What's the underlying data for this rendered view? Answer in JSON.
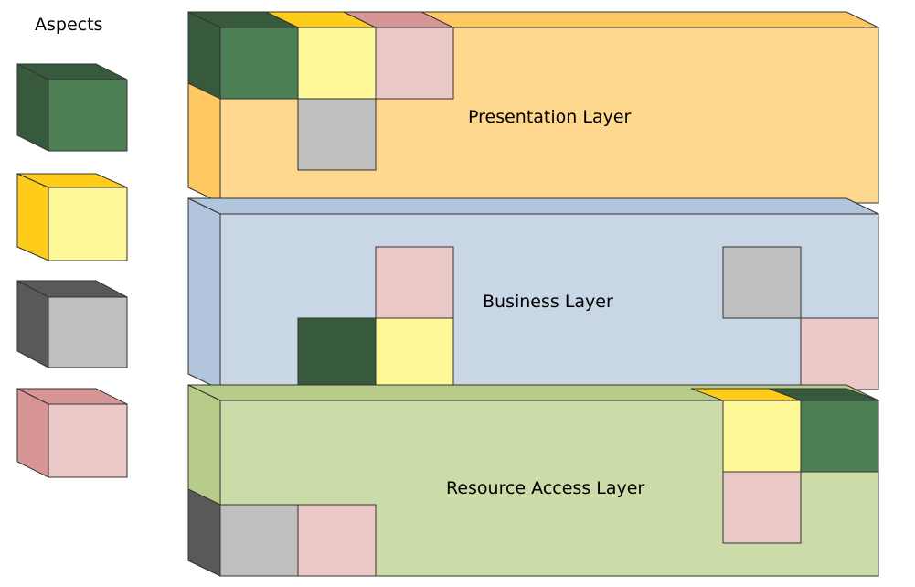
{
  "legend": {
    "title": "Aspects"
  },
  "layers": [
    {
      "id": "presentation",
      "label": "Presentation Layer"
    },
    {
      "id": "business",
      "label": "Business Layer"
    },
    {
      "id": "resource",
      "label": "Resource Access Layer"
    }
  ],
  "aspect_colors": {
    "green": {
      "front": "#4c7f53",
      "dark": "#365a3b"
    },
    "yellow": {
      "front": "#fff899",
      "dark": "#ffcc1a"
    },
    "gray": {
      "front": "#bfbfbf",
      "dark": "#595959"
    },
    "pink": {
      "front": "#ecc9c9",
      "dark": "#d79595"
    }
  },
  "layer_colors": {
    "presentation": {
      "front": "#ffd88f",
      "dark": "#ffc962"
    },
    "business": {
      "front": "#c8d6e6",
      "dark": "#b1c5dc"
    },
    "resource": {
      "front": "#cbdca8",
      "dark": "#b7cc89"
    }
  }
}
